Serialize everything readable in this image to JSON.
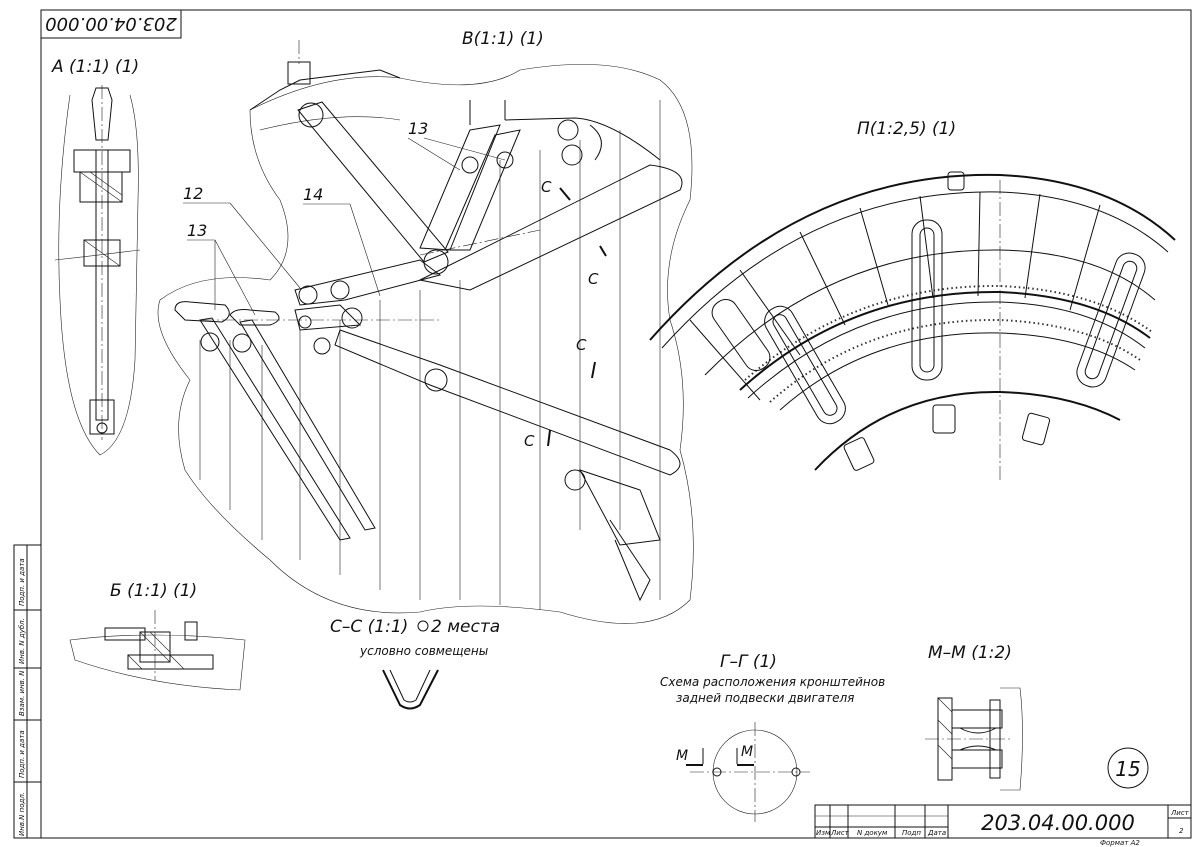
{
  "drawing": {
    "number": "203.04.00.000",
    "number_rotated": "203.04.00.000",
    "sheet_circle": "15",
    "format": "Формат А2",
    "sheet_label": "Лист",
    "sheet_number": "2"
  },
  "views": {
    "a": "A (1:1) (1)",
    "v": "В(1:1) (1)",
    "p": "П(1:2,5) (1)",
    "b": "Б (1:1) (1)",
    "cc": "С–С (1:1)",
    "cc_places": "2 места",
    "cc_note": "условно совмещены",
    "gg": "Г–Г (1)",
    "gg_note1": "Схема расположения кронштейнов",
    "gg_note2": "задней подвески двигателя",
    "mm": "М–М (1:2)"
  },
  "callouts": {
    "n13a": "13",
    "n13b": "13",
    "n12": "12",
    "n14": "14",
    "c1": "С",
    "c2": "С",
    "c3": "С",
    "c4": "С",
    "m1": "М",
    "m2": "М"
  },
  "title_block": {
    "izm": "Изм",
    "list": "Лист",
    "ndokum": "N докум",
    "podp": "Подп",
    "data": "Дата"
  },
  "side_stamp": [
    "Инв.N подл.",
    "Подп. и дата",
    "Взам. инв. N",
    "Инв. N дубл.",
    "Подп. и дата"
  ]
}
